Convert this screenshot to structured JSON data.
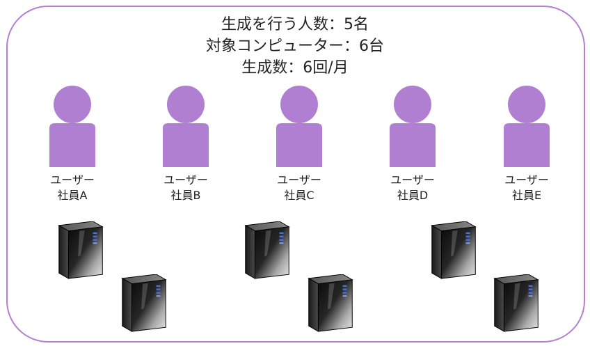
{
  "diagram": {
    "frame_color": "#b57fd0",
    "header": {
      "line1": "生成を行う人数：5名",
      "line2": "対象コンピューター：6台",
      "line3": "生成数：6回/月"
    },
    "users": [
      {
        "role": "ユーザー",
        "name": "社員A",
        "icon": "person-icon",
        "color": "#b07fd2"
      },
      {
        "role": "ユーザー",
        "name": "社員B",
        "icon": "person-icon",
        "color": "#b07fd2"
      },
      {
        "role": "ユーザー",
        "name": "社員C",
        "icon": "person-icon",
        "color": "#b07fd2"
      },
      {
        "role": "ユーザー",
        "name": "社員D",
        "icon": "person-icon",
        "color": "#b07fd2"
      },
      {
        "role": "ユーザー",
        "name": "社員E",
        "icon": "person-icon",
        "color": "#b07fd2"
      }
    ],
    "computers": [
      {
        "icon": "server-tower-icon"
      },
      {
        "icon": "server-tower-icon"
      },
      {
        "icon": "server-tower-icon"
      },
      {
        "icon": "server-tower-icon"
      },
      {
        "icon": "server-tower-icon"
      },
      {
        "icon": "server-tower-icon"
      }
    ]
  }
}
